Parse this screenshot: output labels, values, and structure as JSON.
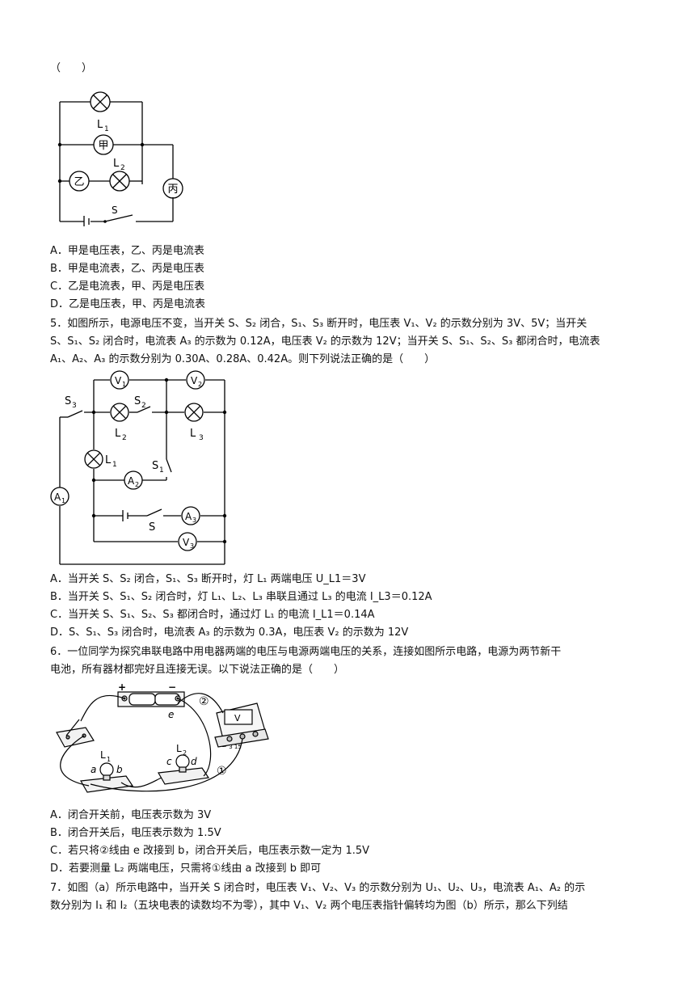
{
  "q4": {
    "bracket": "（　　）",
    "figure_labels": {
      "l1": "L",
      "l1_sub": "1",
      "l2": "L",
      "l2_sub": "2",
      "jia": "甲",
      "yi": "乙",
      "bing": "丙",
      "s": "S"
    },
    "options": [
      "A．甲是电压表，乙、丙是电流表",
      "B．甲是电流表，乙、丙是电压表",
      "C．乙是电流表，甲、丙是电压表",
      "D．乙是电压表，甲、丙是电流表"
    ]
  },
  "q5": {
    "stem_lines": [
      "5．如图所示，电源电压不变，当开关 S、S₂ 闭合，S₁、S₃ 断开时，电压表 V₁、V₂ 的示数分别为 3V、5V；当开关",
      "S、S₁、S₂ 闭合时，电流表 A₃ 的示数为 0.12A，电压表 V₂ 的示数为 12V；当开关 S、S₁、S₂、S₃ 都闭合时，电流表",
      "A₁、A₂、A₃ 的示数分别为 0.30A、0.28A、0.42A。则下列说法正确的是（　　）"
    ],
    "figure_labels": {
      "v1": "V",
      "v2": "V",
      "v3": "V",
      "a1": "A",
      "a2": "A",
      "a3": "A",
      "s": "S",
      "s1": "S",
      "s2": "S",
      "s3": "S",
      "l1": "L",
      "l2": "L",
      "l3": "L",
      "sub1": "1",
      "sub2": "2",
      "sub3": "3"
    },
    "options": [
      "A．当开关 S、S₂ 闭合，S₁、S₃ 断开时，灯 L₁ 两端电压 U_L1＝3V",
      "B．当开关 S、S₁、S₂ 闭合时，灯 L₁、L₂、L₃ 串联且通过 L₃ 的电流 I_L3＝0.12A",
      "C．当开关 S、S₁、S₂、S₃ 都闭合时，通过灯 L₁ 的电流 I_L1＝0.14A",
      "D．S、S₁、S₃ 闭合时，电流表 A₃ 的示数为 0.3A，电压表 V₂ 的示数为 12V"
    ]
  },
  "q6": {
    "stem_lines": [
      "6．一位同学为探究串联电路中用电器两端的电压与电源两端电压的关系，连接如图所示电路，电源为两节新干",
      "电池，所有器材都完好且连接无误。以下说法正确的是（　　）"
    ],
    "figure_labels": {
      "plus": "+",
      "minus": "−",
      "e": "e",
      "a": "a",
      "b": "b",
      "c": "c",
      "d": "d",
      "l1": "L",
      "l2": "L",
      "sub1": "1",
      "sub2": "2",
      "wire1": "①",
      "wire2": "②",
      "meter": "V",
      "terms": "－ 3 15"
    },
    "options": [
      "A．闭合开关前，电压表示数为 3V",
      "B．闭合开关后，电压表示数为 1.5V",
      "C．若只将②线由 e 改接到 b，闭合开关后，电压表示数一定为 1.5V",
      "D．若要测量 L₂ 两端电压，只需将①线由 a 改接到 b 即可"
    ]
  },
  "q7": {
    "stem_lines": [
      "7．如图（a）所示电路中，当开关 S 闭合时，电压表 V₁、V₂、V₃ 的示数分别为 U₁、U₂、U₃，电流表 A₁、A₂ 的示",
      "数分别为 I₁ 和 I₂（五块电表的读数均不为零），其中 V₁、V₂ 两个电压表指针偏转均为图（b）所示，那么下列结"
    ]
  }
}
